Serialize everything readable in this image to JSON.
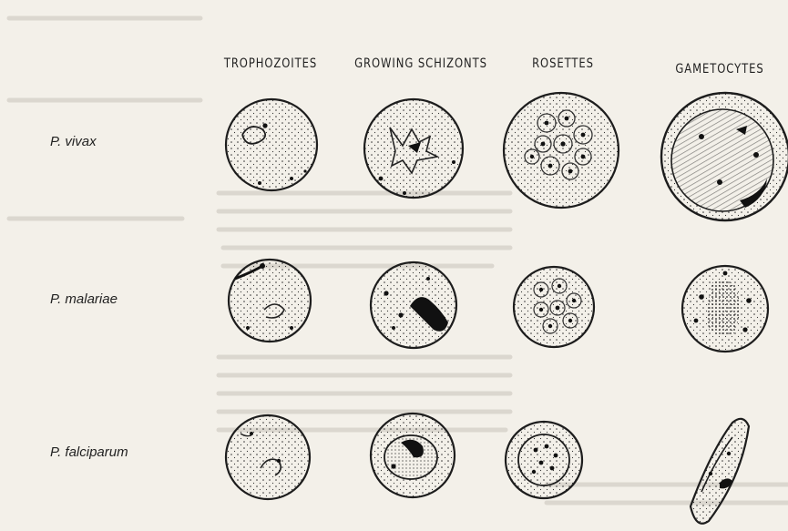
{
  "columns": [
    {
      "label": "TROPHOZOITES"
    },
    {
      "label": "GROWING SCHIZONTS"
    },
    {
      "label": "ROSETTES"
    },
    {
      "label": "GAMETOCYTES"
    }
  ],
  "rows": [
    {
      "label": "P. vivax"
    },
    {
      "label": "P. malariae"
    },
    {
      "label": "P. falciparum"
    }
  ]
}
